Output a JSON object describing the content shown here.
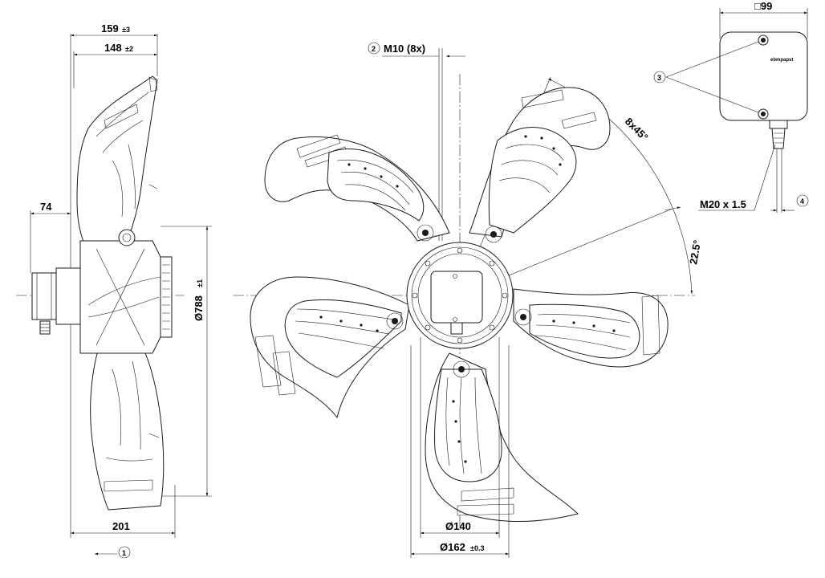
{
  "dimensions": {
    "width_159": "159",
    "tol_159": "±3",
    "width_148": "148",
    "tol_148": "±2",
    "depth_74": "74",
    "overall_201": "201",
    "diameter_788": "Ø788",
    "tol_788": "±1",
    "diameter_140": "Ø140",
    "diameter_162": "Ø162",
    "tol_162": "±0.3",
    "bolt_label": "M10 (8x)",
    "angle_8x45": "8x45°",
    "angle_22_5": "22.5°",
    "box_size": "□99",
    "gland_thread": "M20 x 1.5"
  },
  "callouts": {
    "c1": "1",
    "c2": "2",
    "c3": "3",
    "c4": "4"
  },
  "terminal_box": {
    "brand_text": "ebmpapst"
  }
}
